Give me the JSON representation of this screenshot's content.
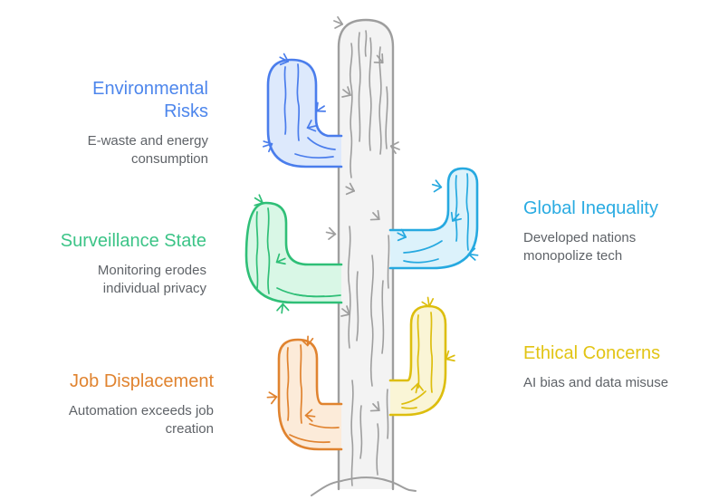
{
  "infographic": {
    "items": [
      {
        "title": "Environmental Risks",
        "description": "E-waste and energy consumption",
        "accent": "#4d86ec"
      },
      {
        "title": "Surveillance State",
        "description": "Monitoring erodes individual privacy",
        "accent": "#3cc487"
      },
      {
        "title": "Job Displacement",
        "description": "Automation exceeds job creation",
        "accent": "#e0832f"
      },
      {
        "title": "Global Inequality",
        "description": "Developed nations monopolize tech",
        "accent": "#29abe2"
      },
      {
        "title": "Ethical Concerns",
        "description": "AI bias and data misuse",
        "accent": "#e2c414"
      }
    ],
    "description_color": "#5f6368",
    "cactus": {
      "trunk_stroke": "#9e9e9e",
      "trunk_fill": "#f3f3f3",
      "ground_stroke": "#9e9e9e",
      "arms": [
        {
          "name": "environmental",
          "stroke": "#4a7dec",
          "fill": "#dde9fc"
        },
        {
          "name": "surveillance",
          "stroke": "#2fbf77",
          "fill": "#d9f7e6"
        },
        {
          "name": "global",
          "stroke": "#26a9e0",
          "fill": "#dcf2fb"
        },
        {
          "name": "ethical",
          "stroke": "#ddbe0e",
          "fill": "#faf5d6"
        },
        {
          "name": "job",
          "stroke": "#e0832f",
          "fill": "#fcebd9"
        }
      ]
    }
  }
}
